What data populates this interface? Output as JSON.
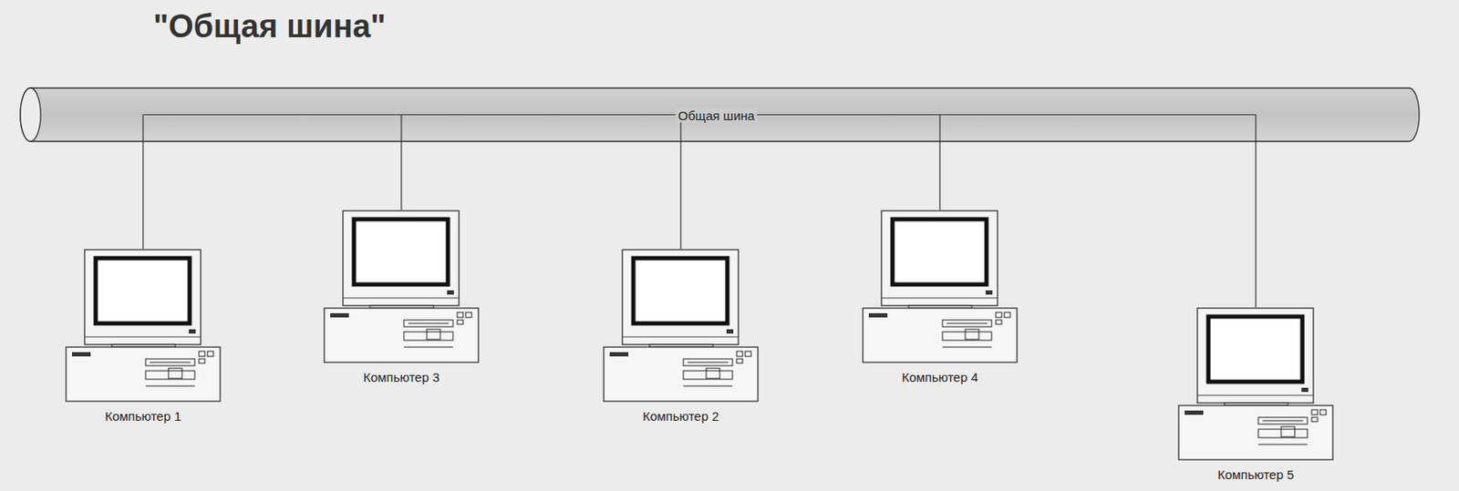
{
  "diagram": {
    "title": "\"Общая шина\"",
    "nodes": [
      {
        "text": [
          "Общая шина"
        ]
      },
      {
        "text": [
          "Компьютер 1"
        ]
      },
      {
        "text": [
          "Компьютер 3"
        ]
      },
      {
        "text": [
          "Компьютер 2"
        ]
      },
      {
        "text": [
          "Компьютер 4"
        ]
      },
      {
        "text": [
          "Компьютер 5"
        ]
      }
    ],
    "edges": [
      {
        "from": 0,
        "to": 1,
        "arrow": "none"
      },
      {
        "from": 0,
        "to": 2,
        "arrow": "none"
      },
      {
        "from": 0,
        "to": 3,
        "arrow": "none"
      },
      {
        "from": 0,
        "to": 4,
        "arrow": "none"
      },
      {
        "from": 0,
        "to": 5,
        "arrow": "none"
      }
    ]
  }
}
